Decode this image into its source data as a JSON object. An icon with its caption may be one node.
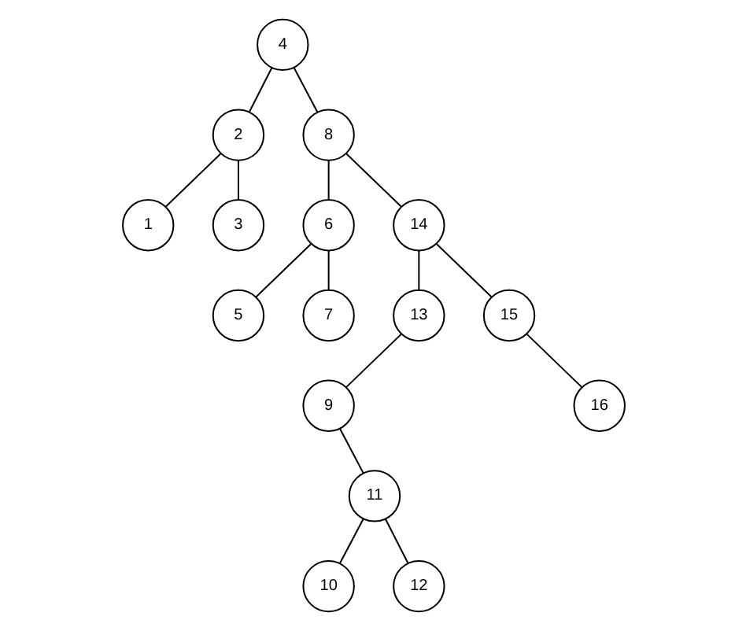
{
  "diagram": {
    "nodes": [
      {
        "text": [
          "4"
        ]
      },
      {
        "text": [
          "2"
        ]
      },
      {
        "text": [
          "8"
        ]
      },
      {
        "text": [
          "1"
        ]
      },
      {
        "text": [
          "3"
        ]
      },
      {
        "text": [
          "6"
        ]
      },
      {
        "text": [
          "14"
        ]
      },
      {
        "text": [
          "5"
        ]
      },
      {
        "text": [
          "7"
        ]
      },
      {
        "text": [
          "13"
        ]
      },
      {
        "text": [
          "15"
        ]
      },
      {
        "text": [
          "9"
        ]
      },
      {
        "text": [
          "16"
        ]
      },
      {
        "text": [
          "11"
        ]
      },
      {
        "text": [
          "10"
        ]
      },
      {
        "text": [
          "12"
        ]
      }
    ],
    "edges": [
      {
        "from": 0,
        "to": 1,
        "arrow": "none"
      },
      {
        "from": 0,
        "to": 2,
        "arrow": "none"
      },
      {
        "from": 1,
        "to": 3,
        "arrow": "none"
      },
      {
        "from": 1,
        "to": 4,
        "arrow": "none"
      },
      {
        "from": 2,
        "to": 5,
        "arrow": "none"
      },
      {
        "from": 2,
        "to": 6,
        "arrow": "none"
      },
      {
        "from": 5,
        "to": 7,
        "arrow": "none"
      },
      {
        "from": 5,
        "to": 8,
        "arrow": "none"
      },
      {
        "from": 6,
        "to": 9,
        "arrow": "none"
      },
      {
        "from": 6,
        "to": 10,
        "arrow": "none"
      },
      {
        "from": 9,
        "to": 11,
        "arrow": "none"
      },
      {
        "from": 10,
        "to": 12,
        "arrow": "none"
      },
      {
        "from": 11,
        "to": 13,
        "arrow": "none"
      },
      {
        "from": 13,
        "to": 14,
        "arrow": "none"
      },
      {
        "from": 13,
        "to": 15,
        "arrow": "none"
      }
    ]
  }
}
